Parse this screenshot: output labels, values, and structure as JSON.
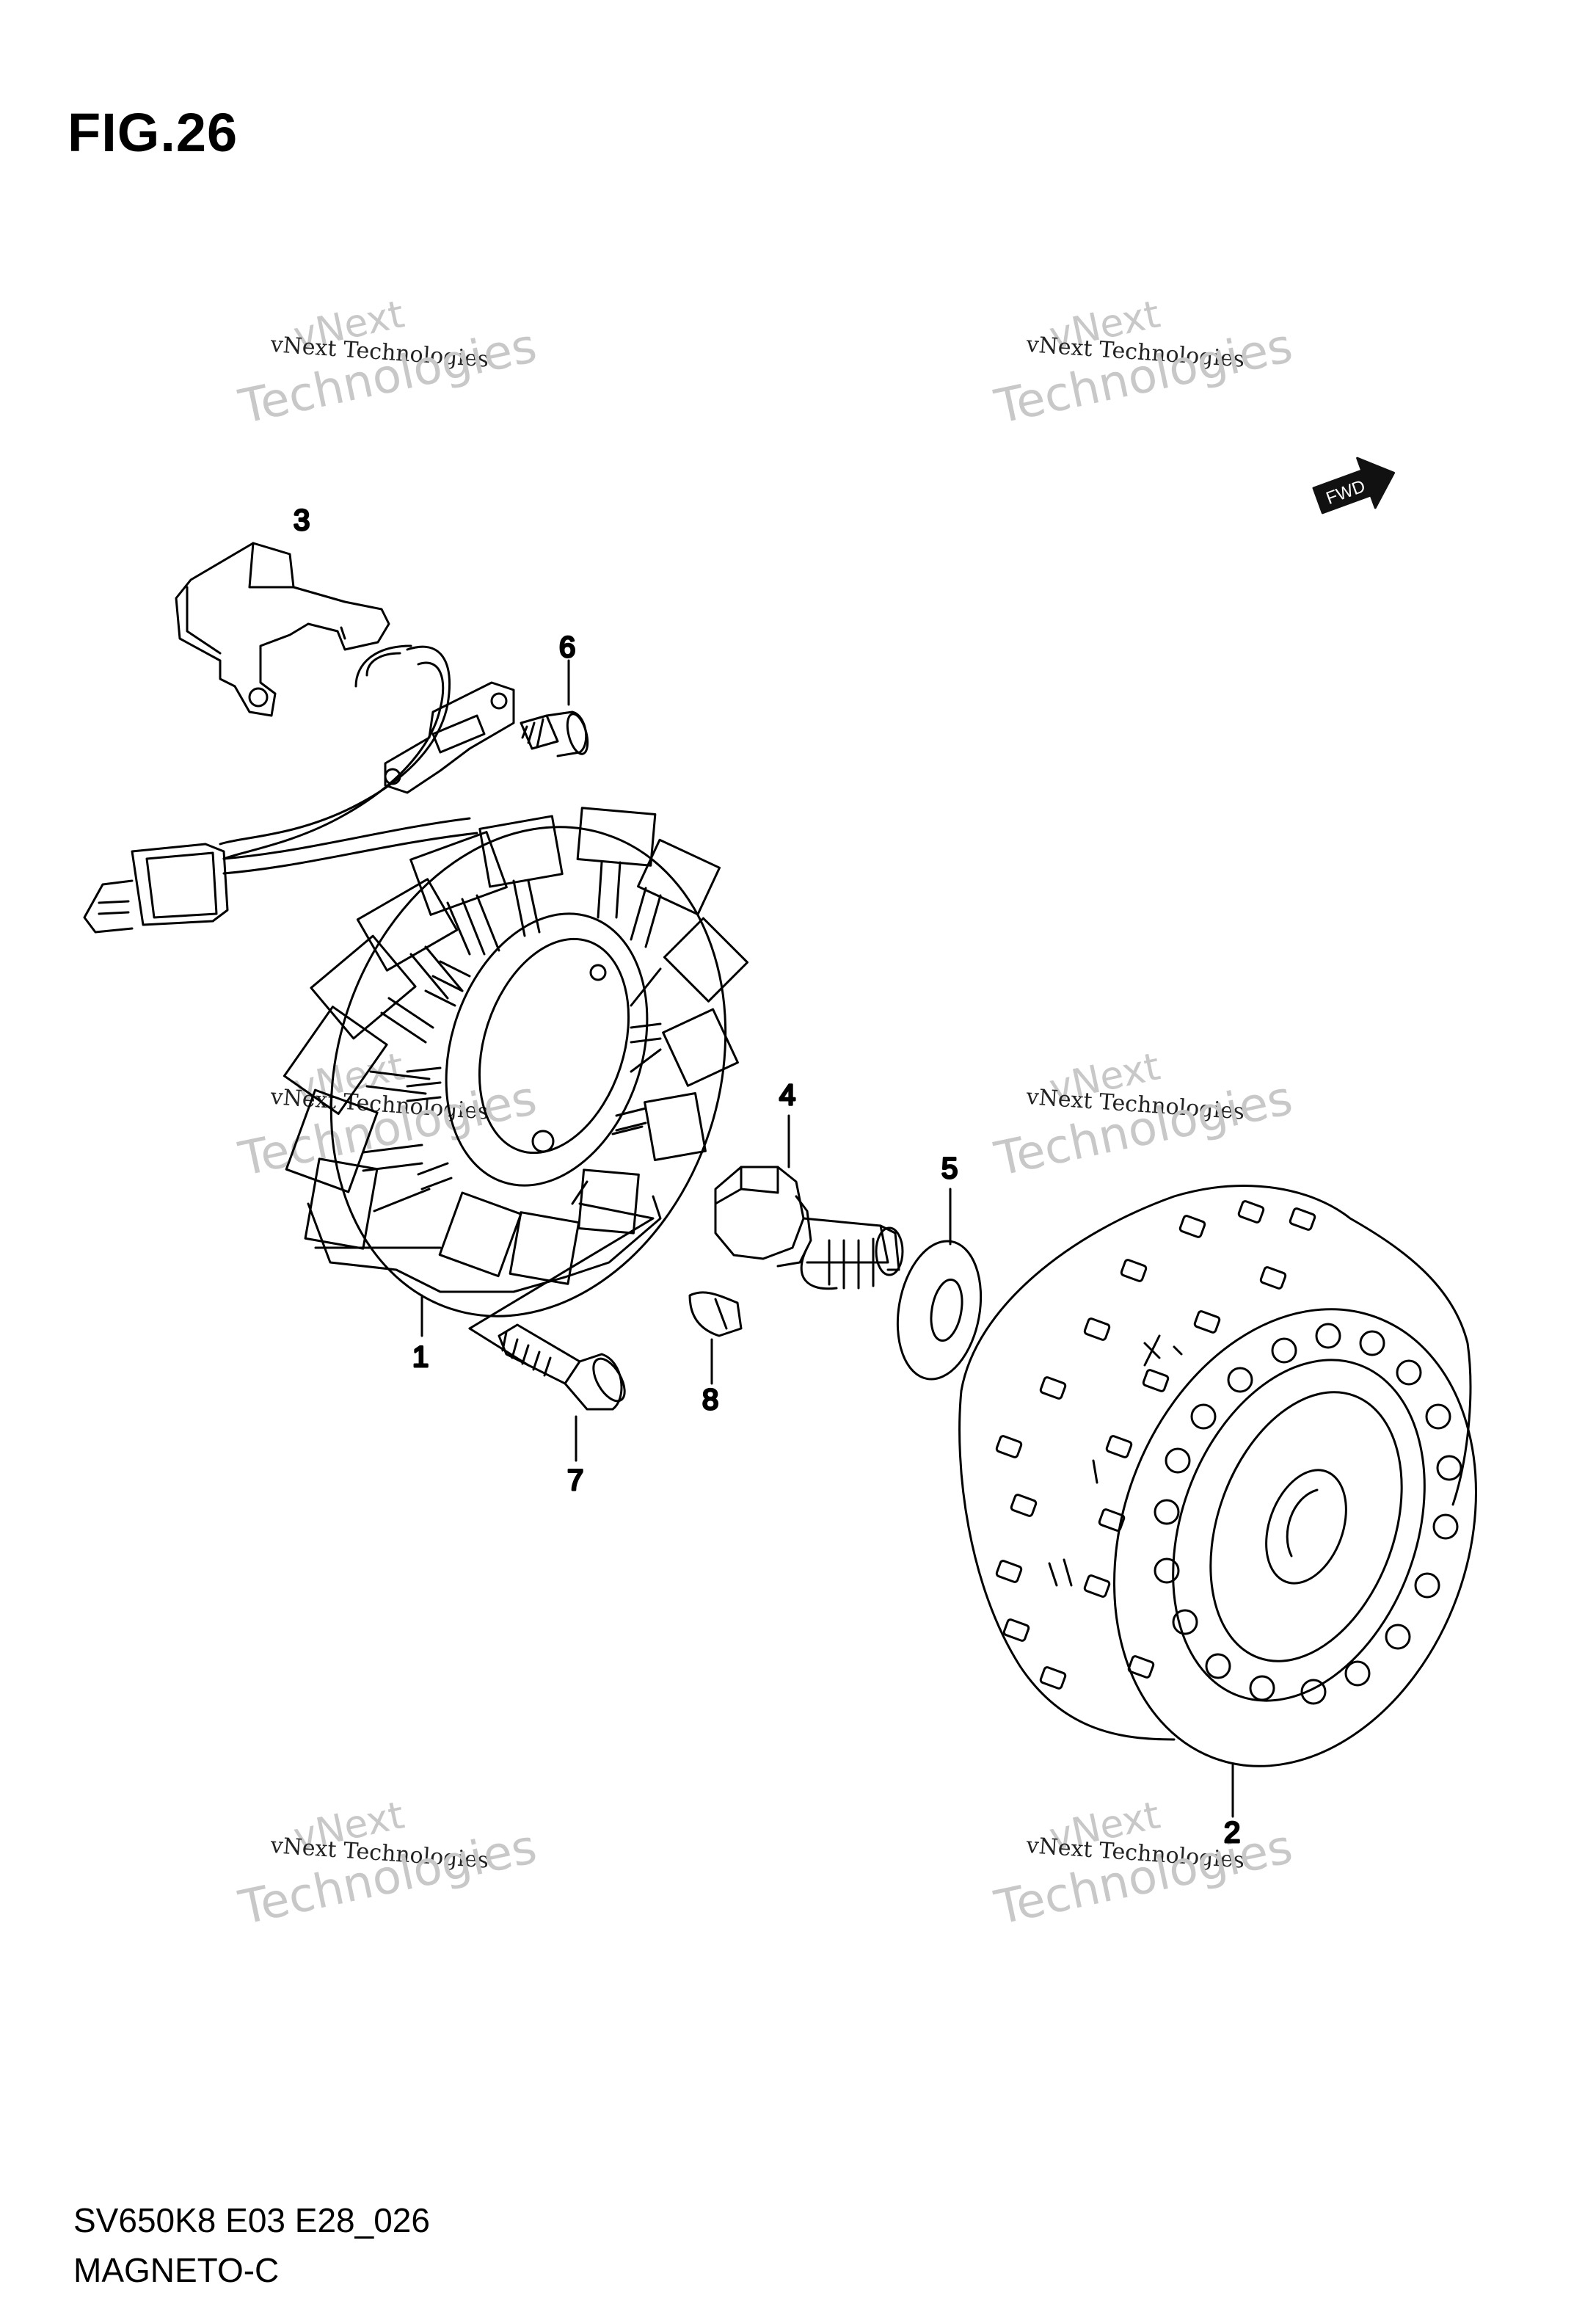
{
  "figure": {
    "title": "FIG.26"
  },
  "footer": {
    "code": "SV650K8 E03 E28_026",
    "name": "MAGNETO-C"
  },
  "watermark": {
    "line_top": "vNext",
    "line_small": "vNext Technologies",
    "line_big": "Technologies"
  },
  "fwd_arrow": {
    "label": "FWD"
  },
  "callouts": {
    "stator": "1",
    "rotor": "2",
    "bracket": "3",
    "bolt": "4",
    "washer": "5",
    "screw_small": "6",
    "screw_stator": "7",
    "key": "8"
  }
}
